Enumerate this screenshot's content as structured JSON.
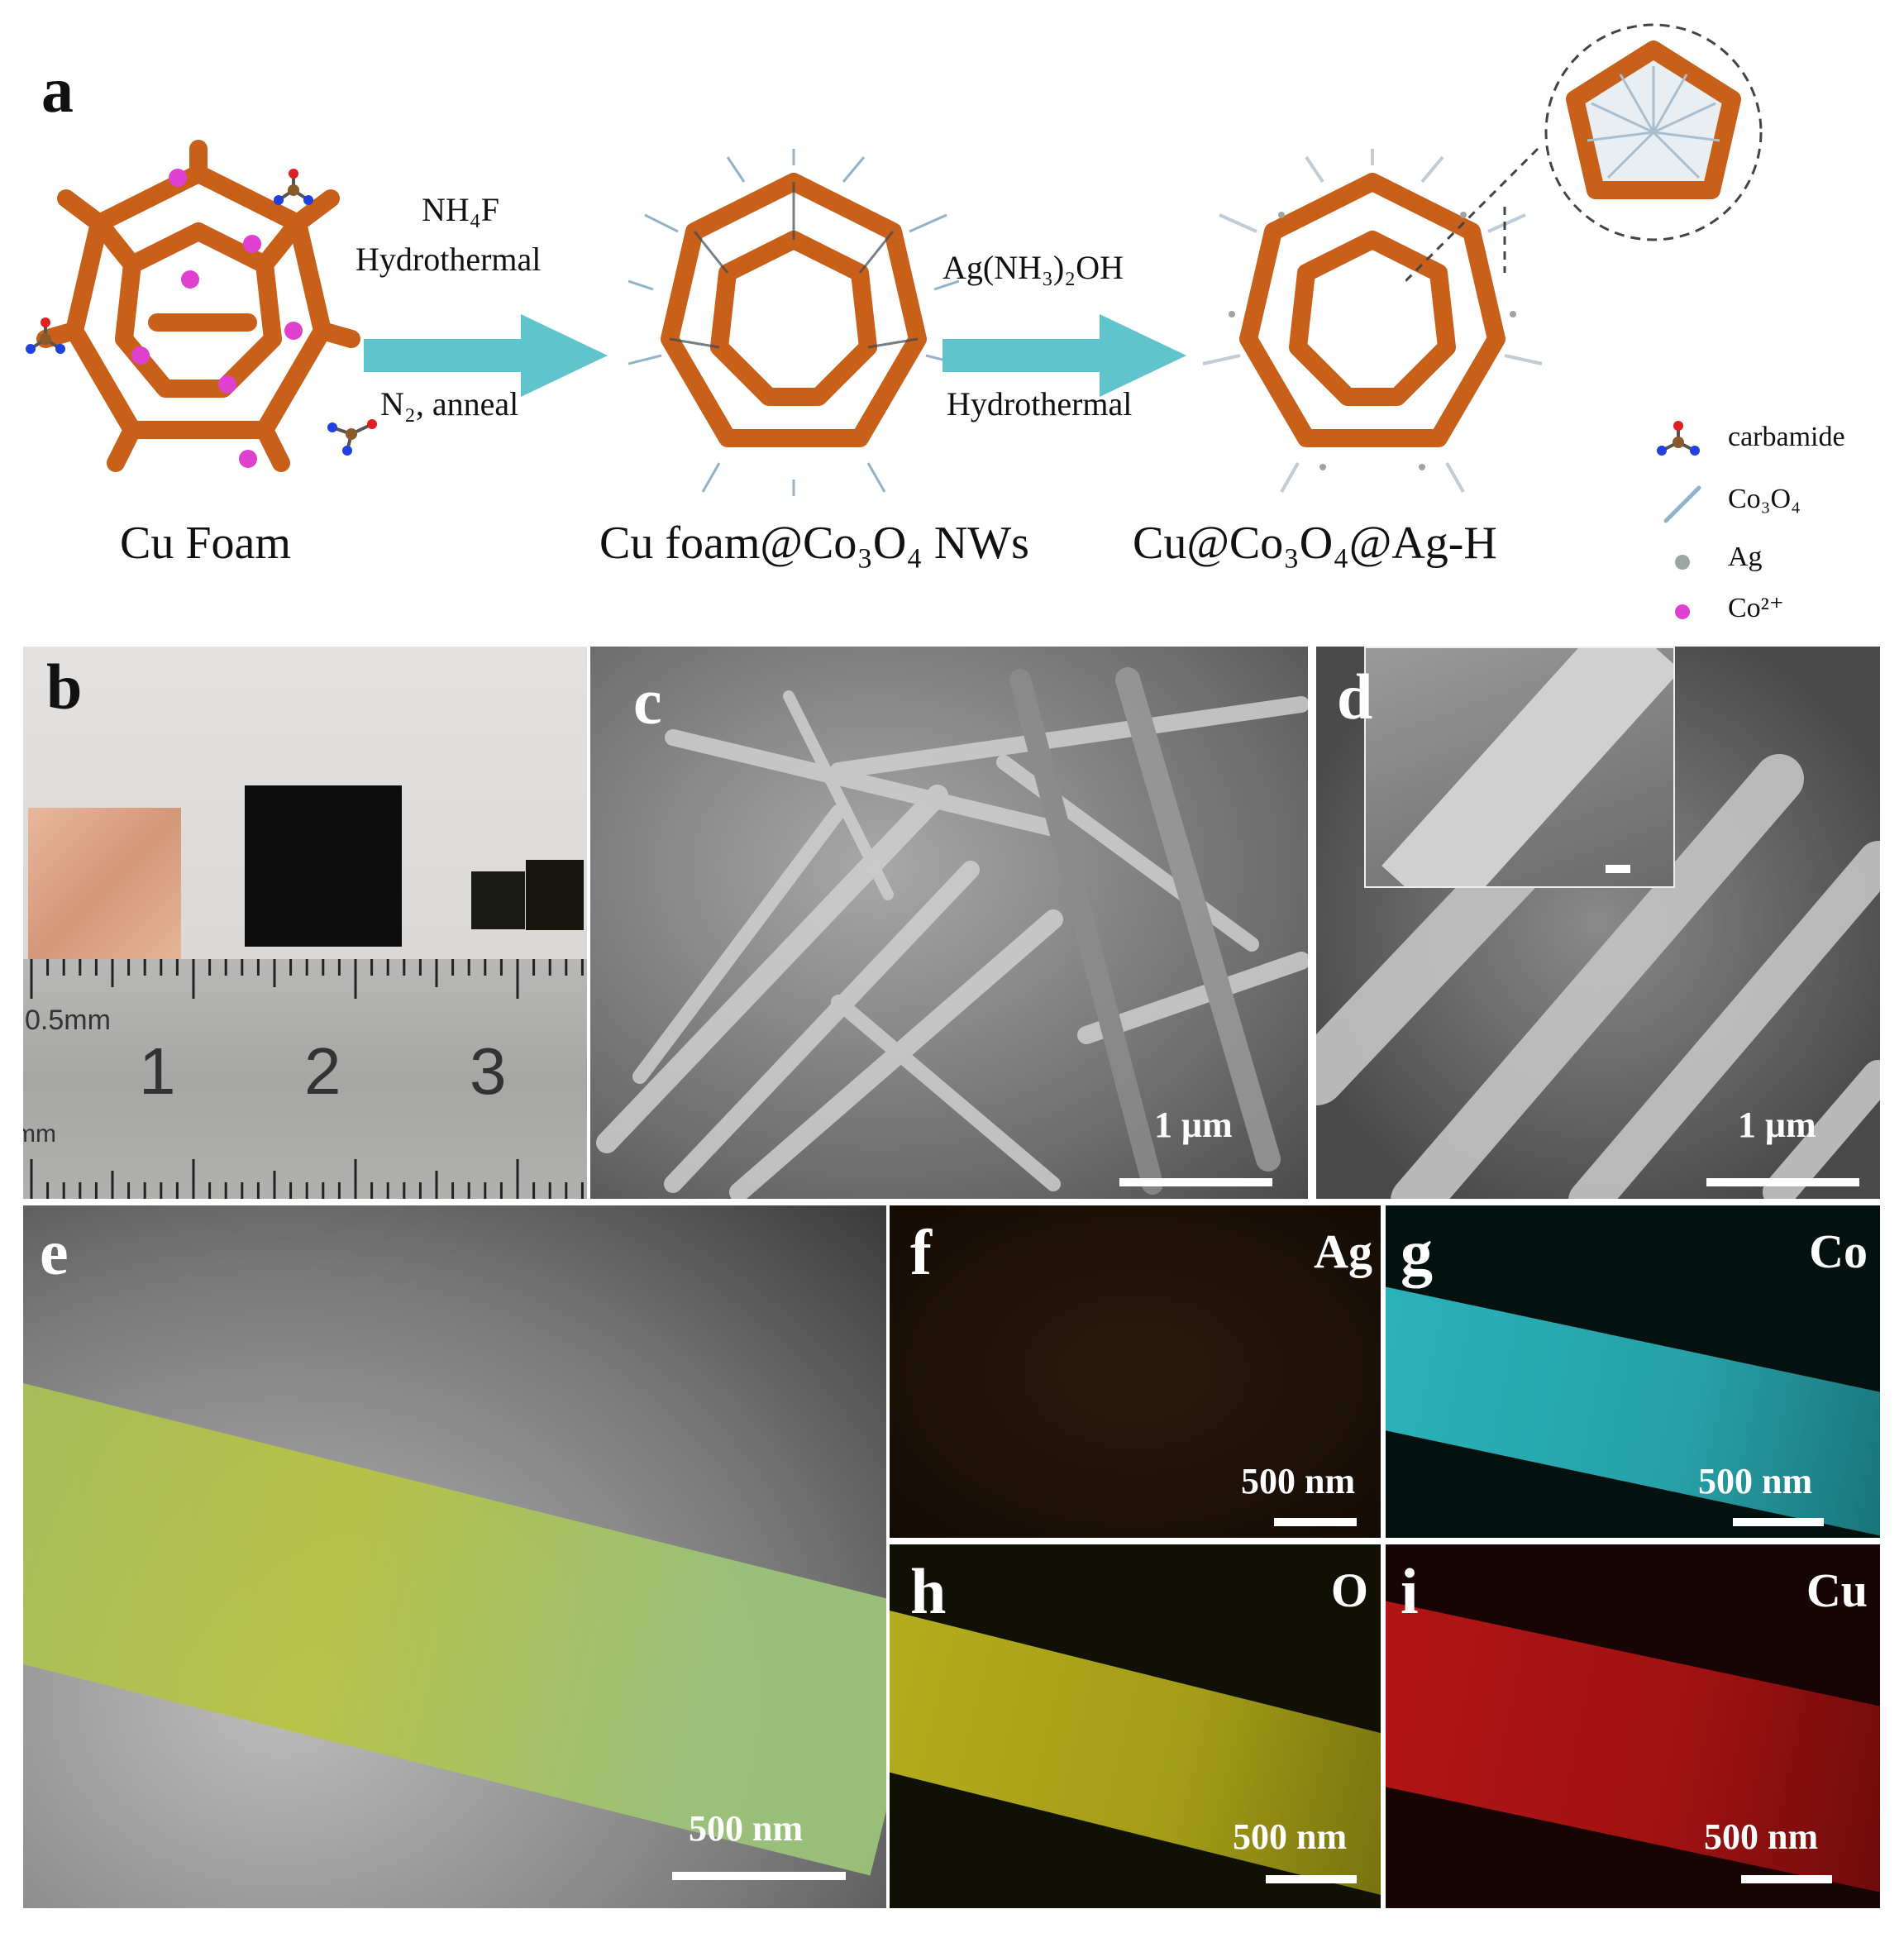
{
  "panel_a": {
    "letter": "a",
    "labels": {
      "cu_foam": "Cu Foam",
      "cu_foam_nws": "Cu foam@Co₃O₄ NWs",
      "final": "Cu@Co₃O₄@Ag-H"
    },
    "arrow1": {
      "top1": "NH₄F",
      "top2": "Hydrothermal",
      "bottom": "N₂, anneal"
    },
    "arrow2": {
      "top": "Ag(NH₃)₂OH",
      "bottom": "Hydrothermal"
    },
    "legend": [
      {
        "icon": "carbamide-molecule-icon",
        "label": "carbamide"
      },
      {
        "icon": "co3o4-needle-icon",
        "label": "Co₃O₄"
      },
      {
        "icon": "ag-dot-icon",
        "label": "Ag"
      },
      {
        "icon": "co2-ion-icon",
        "label": "Co²⁺"
      }
    ],
    "colors": {
      "foam": "#d2691e",
      "arrow": "#5fc4cc",
      "co_ion": "#e040d0",
      "needle": "#8fb3c9"
    }
  },
  "panel_b": {
    "letter": "b",
    "ruler": {
      "unit_label": "0.5mm",
      "numbers": [
        "1",
        "2",
        "3"
      ],
      "bottom_unit": "mm"
    }
  },
  "panel_c": {
    "letter": "c",
    "scale": "1 μm"
  },
  "panel_d": {
    "letter": "d",
    "scale": "1 μm"
  },
  "panel_e": {
    "letter": "e",
    "scale": "500 nm"
  },
  "panel_f": {
    "letter": "f",
    "element": "Ag",
    "scale": "500 nm",
    "color": "#c8661a"
  },
  "panel_g": {
    "letter": "g",
    "element": "Co",
    "scale": "500 nm",
    "color": "#2fc6cf"
  },
  "panel_h": {
    "letter": "h",
    "element": "O",
    "scale": "500 nm",
    "color": "#c8c020"
  },
  "panel_i": {
    "letter": "i",
    "element": "Cu",
    "scale": "500 nm",
    "color": "#d01818"
  }
}
